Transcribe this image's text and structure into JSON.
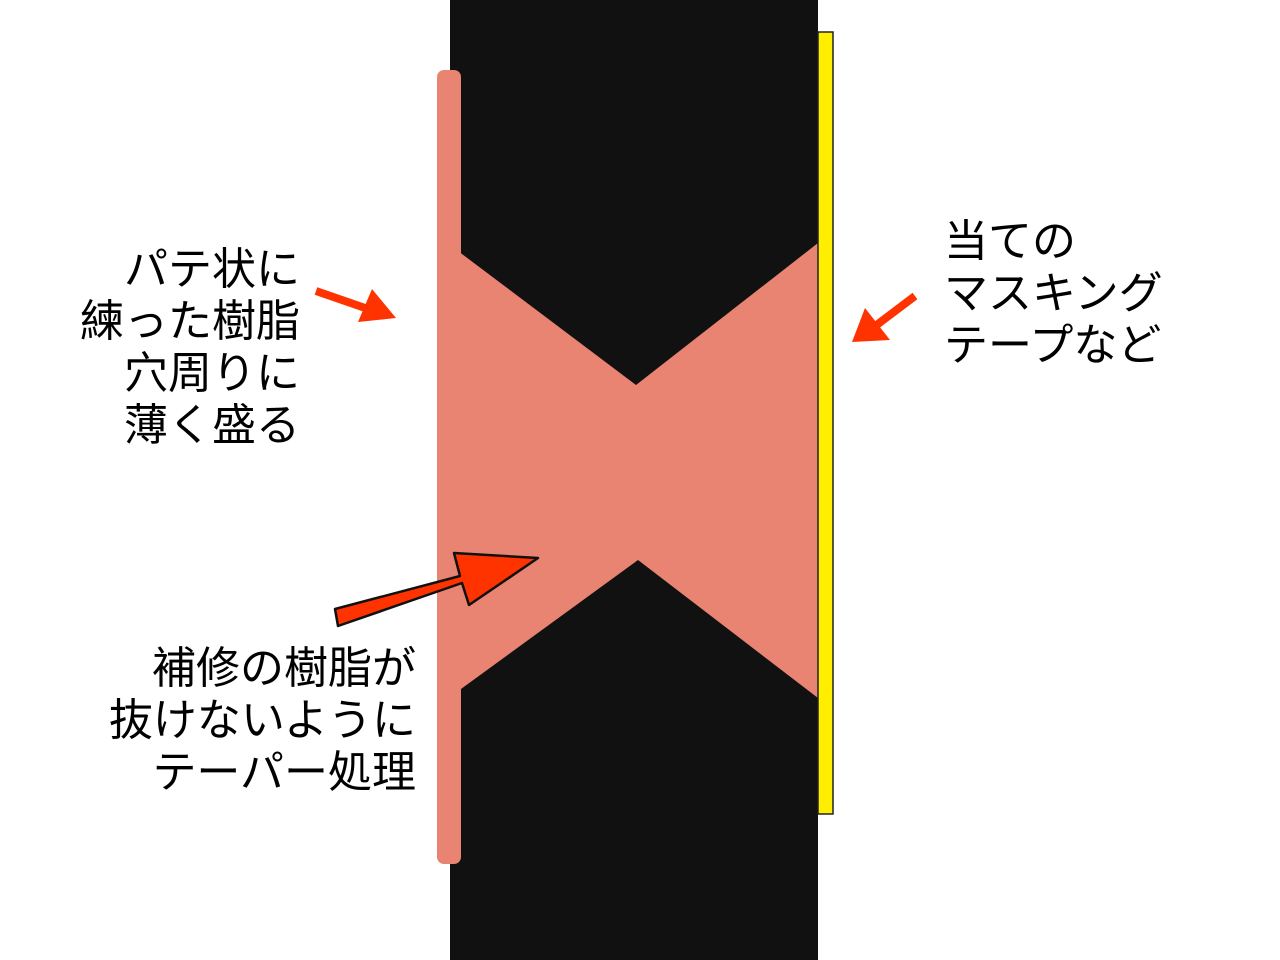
{
  "colors": {
    "background": "#ffffff",
    "panel": "#111111",
    "resin": "#e98472",
    "tape": "#ffee00",
    "arrow": "#ff3300",
    "text": "#000000"
  },
  "labels": {
    "resin_putty": [
      "パテ状に",
      "練った樹脂",
      "穴周りに",
      "薄く盛る"
    ],
    "backing_tape": [
      "当ての",
      "マスキング",
      "テープなど"
    ],
    "taper": [
      "補修の樹脂が",
      "抜けないように",
      "テーパー処理"
    ]
  }
}
